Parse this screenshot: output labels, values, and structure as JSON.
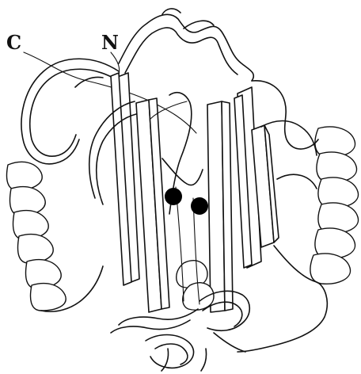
{
  "labels": {
    "c_terminus": "C",
    "n_terminus": "N"
  },
  "colors": {
    "line": "#111111",
    "background": "#ffffff",
    "metal_site": "#000000"
  },
  "elements": {
    "metal_ions_count": 2,
    "structure_type": "protein ribbon diagram"
  }
}
